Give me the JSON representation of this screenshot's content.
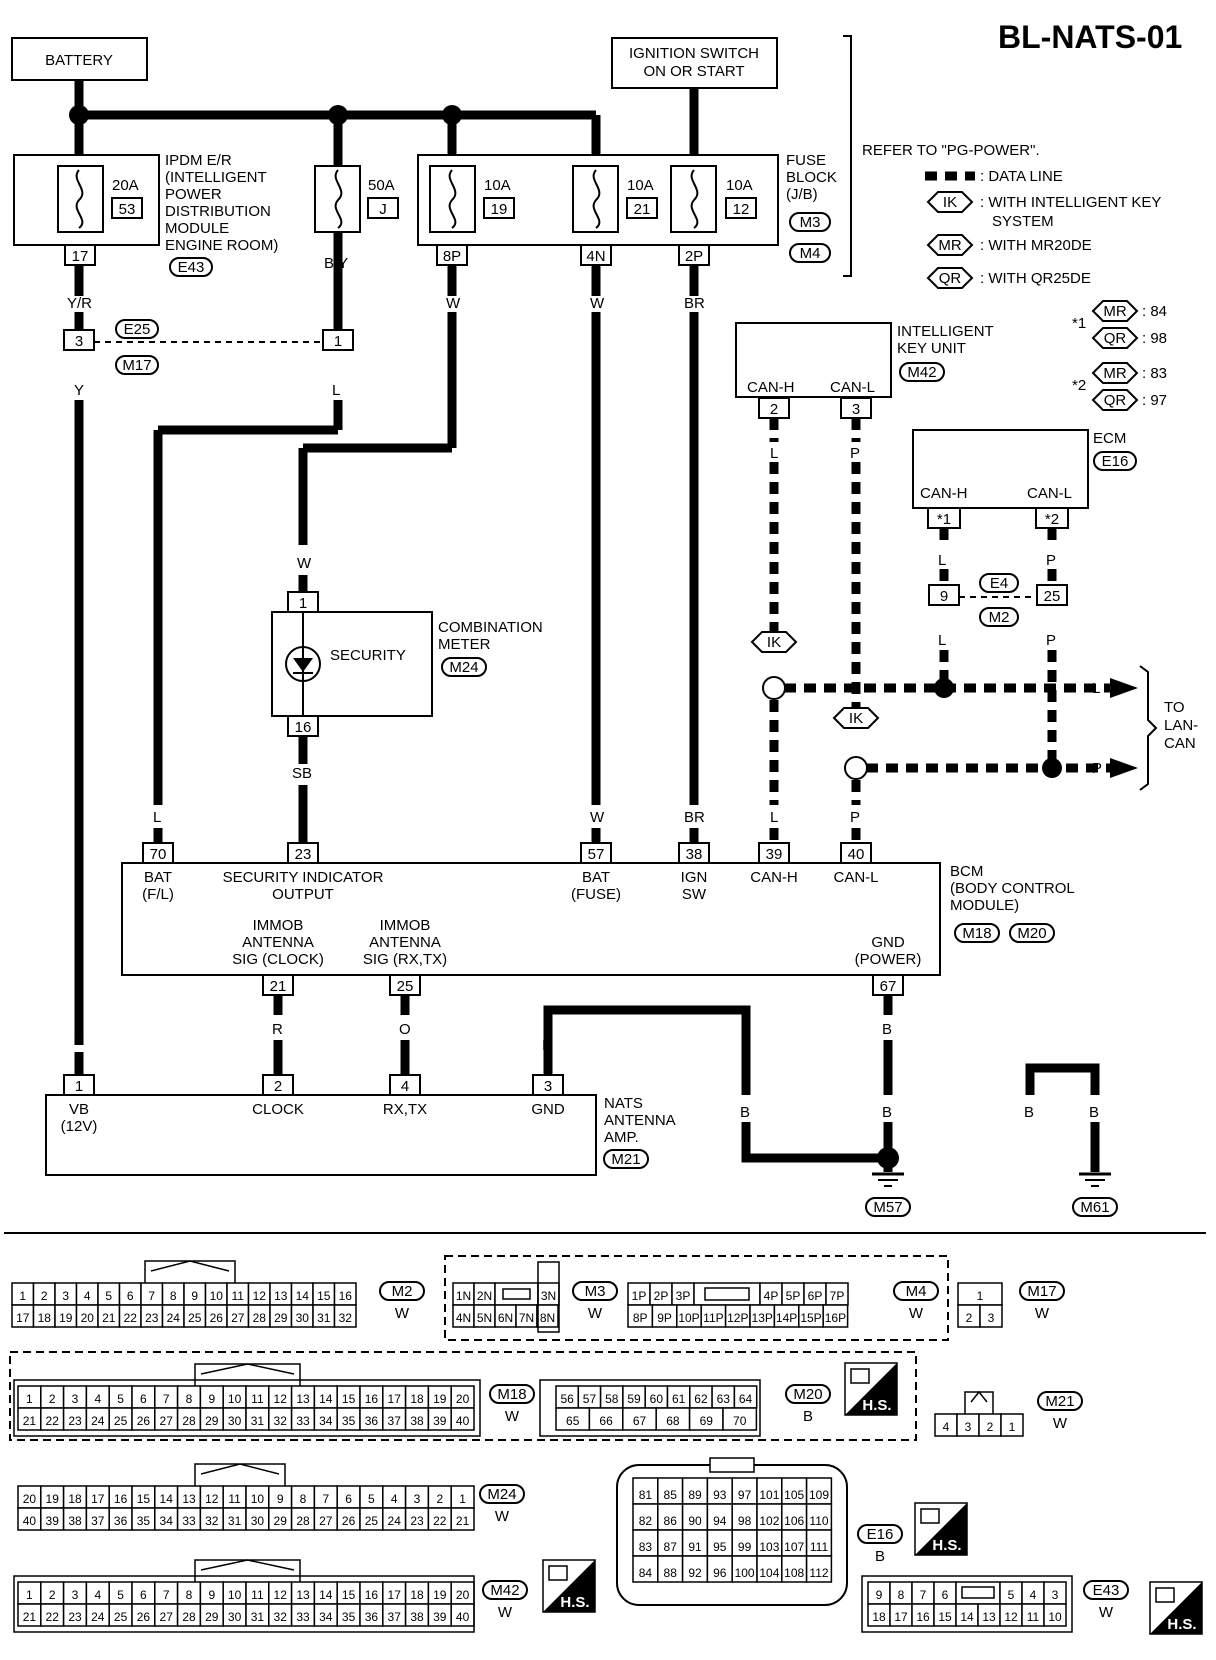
{
  "title": "BL-NATS-01",
  "battery": "BATTERY",
  "ign_switch": [
    "IGNITION SWITCH",
    "ON OR START"
  ],
  "refer": "REFER TO \"PG-POWER\".",
  "legend": {
    "data_line": ": DATA LINE",
    "ik": "IK",
    "ik_text": ": WITH INTELLIGENT KEY",
    "ik_text2": "SYSTEM",
    "mr": "MR",
    "mr_text": ": WITH MR20DE",
    "qr": "QR",
    "qr_text": ": WITH QR25DE",
    "star1": "*1",
    "star1_mr": ": 84",
    "star1_qr": ": 98",
    "star2": "*2",
    "star2_mr": ": 83",
    "star2_qr": ": 97"
  },
  "ipdm": {
    "fuse1": "20A",
    "fuse1_no": "53",
    "fuse2": "50A",
    "fuse2_no": "J",
    "label": [
      "IPDM E/R",
      "(INTELLIGENT",
      "POWER",
      "DISTRIBUTION",
      "MODULE",
      "ENGINE ROOM)"
    ],
    "conn": "E43",
    "pin": "17"
  },
  "fuse_block": {
    "f1": "10A",
    "f1_no": "19",
    "f2": "10A",
    "f2_no": "21",
    "f3": "10A",
    "f3_no": "12",
    "label": [
      "FUSE",
      "BLOCK",
      "(J/B)"
    ],
    "conn1": "M3",
    "conn2": "M4",
    "pin1": "8P",
    "pin2": "4N",
    "pin3": "2P"
  },
  "wires": {
    "yr": "Y/R",
    "by": "B/Y",
    "w": "W",
    "br": "BR",
    "y": "Y",
    "l": "L",
    "sb": "SB",
    "r": "R",
    "o": "O",
    "b": "B",
    "p": "P"
  },
  "joint": {
    "e25": "E25",
    "m17": "M17",
    "p3": "3",
    "p1": "1"
  },
  "combo_meter": {
    "label": [
      "COMBINATION",
      "METER"
    ],
    "conn": "M24",
    "security": "SECURITY",
    "pin1": "1",
    "pin16": "16"
  },
  "ikey": {
    "label": [
      "INTELLIGENT",
      "KEY UNIT"
    ],
    "conn": "M42",
    "canh": "CAN-H",
    "canl": "CAN-L",
    "p2": "2",
    "p3": "3"
  },
  "ecm": {
    "label": "ECM",
    "conn": "E16",
    "canh": "CAN-H",
    "canl": "CAN-L",
    "p1": "*1",
    "p2": "*2"
  },
  "e4": {
    "conn1": "E4",
    "conn2": "M2",
    "p9": "9",
    "p25": "25"
  },
  "to_lan": [
    "TO",
    "LAN-",
    "CAN"
  ],
  "bcm": {
    "label": [
      "BCM",
      "(BODY CONTROL",
      "MODULE)"
    ],
    "conn1": "M18",
    "conn2": "M20",
    "pins": [
      "70",
      "23",
      "57",
      "38",
      "39",
      "40"
    ],
    "t_bat": [
      "BAT",
      "(F/L)"
    ],
    "t_sec": [
      "SECURITY INDICATOR",
      "OUTPUT"
    ],
    "t_batf": [
      "BAT",
      "(FUSE)"
    ],
    "t_ign": [
      "IGN",
      "SW"
    ],
    "t_canh": "CAN-H",
    "t_canl": "CAN-L",
    "t_clk": [
      "IMMOB",
      "ANTENNA",
      "SIG (CLOCK)"
    ],
    "t_rx": [
      "IMMOB",
      "ANTENNA",
      "SIG (RX,TX)"
    ],
    "t_gnd": [
      "GND",
      "(POWER)"
    ],
    "p21": "21",
    "p25": "25",
    "p67": "67"
  },
  "nats": {
    "label": [
      "NATS",
      "ANTENNA",
      "AMP."
    ],
    "conn": "M21",
    "p1": "1",
    "p2": "2",
    "p4": "4",
    "p3": "3",
    "vb": [
      "VB",
      "(12V)"
    ],
    "clock": "CLOCK",
    "rxtx": "RX,TX",
    "gnd": "GND"
  },
  "grounds": {
    "m57": "M57",
    "m61": "M61"
  },
  "connectors": {
    "m2": {
      "id": "M2",
      "color": "W"
    },
    "m3": {
      "id": "M3",
      "color": "W",
      "row1": [
        "1N",
        "2N",
        "",
        "3N"
      ],
      "row2": [
        "4N",
        "5N",
        "6N",
        "7N",
        "8N"
      ]
    },
    "m4": {
      "id": "M4",
      "color": "W",
      "row1": [
        "1P",
        "2P",
        "3P",
        "",
        "4P",
        "5P",
        "6P",
        "7P"
      ],
      "row2": [
        "8P",
        "9P",
        "10P",
        "11P",
        "12P",
        "13P",
        "14P",
        "15P",
        "16P"
      ]
    },
    "m17": {
      "id": "M17",
      "color": "W",
      "row1": [
        "1"
      ],
      "row2": [
        "2",
        "3"
      ]
    },
    "m18": {
      "id": "M18",
      "color": "W"
    },
    "m20": {
      "id": "M20",
      "color": "B",
      "row1": [
        "56",
        "57",
        "58",
        "59",
        "60",
        "61",
        "62",
        "63",
        "64"
      ],
      "row2": [
        "65",
        "66",
        "67",
        "68",
        "69",
        "70"
      ]
    },
    "m21": {
      "id": "M21",
      "color": "W",
      "row1": [
        "4",
        "3",
        "2",
        "1"
      ]
    },
    "m24": {
      "id": "M24",
      "color": "W"
    },
    "m42": {
      "id": "M42",
      "color": "W"
    },
    "e16": {
      "id": "E16",
      "color": "B",
      "rows": [
        [
          "81",
          "85",
          "89",
          "93",
          "97",
          "101",
          "105",
          "109"
        ],
        [
          "82",
          "86",
          "90",
          "94",
          "98",
          "102",
          "106",
          "110"
        ],
        [
          "83",
          "87",
          "91",
          "95",
          "99",
          "103",
          "107",
          "111"
        ],
        [
          "84",
          "88",
          "92",
          "96",
          "100",
          "104",
          "108",
          "112"
        ]
      ]
    },
    "e43": {
      "id": "E43",
      "color": "W",
      "row1": [
        "9",
        "8",
        "7",
        "6",
        "",
        "5",
        "4",
        "3"
      ],
      "row2": [
        "18",
        "17",
        "16",
        "15",
        "14",
        "13",
        "12",
        "11",
        "10"
      ]
    },
    "hs": "H.S."
  }
}
